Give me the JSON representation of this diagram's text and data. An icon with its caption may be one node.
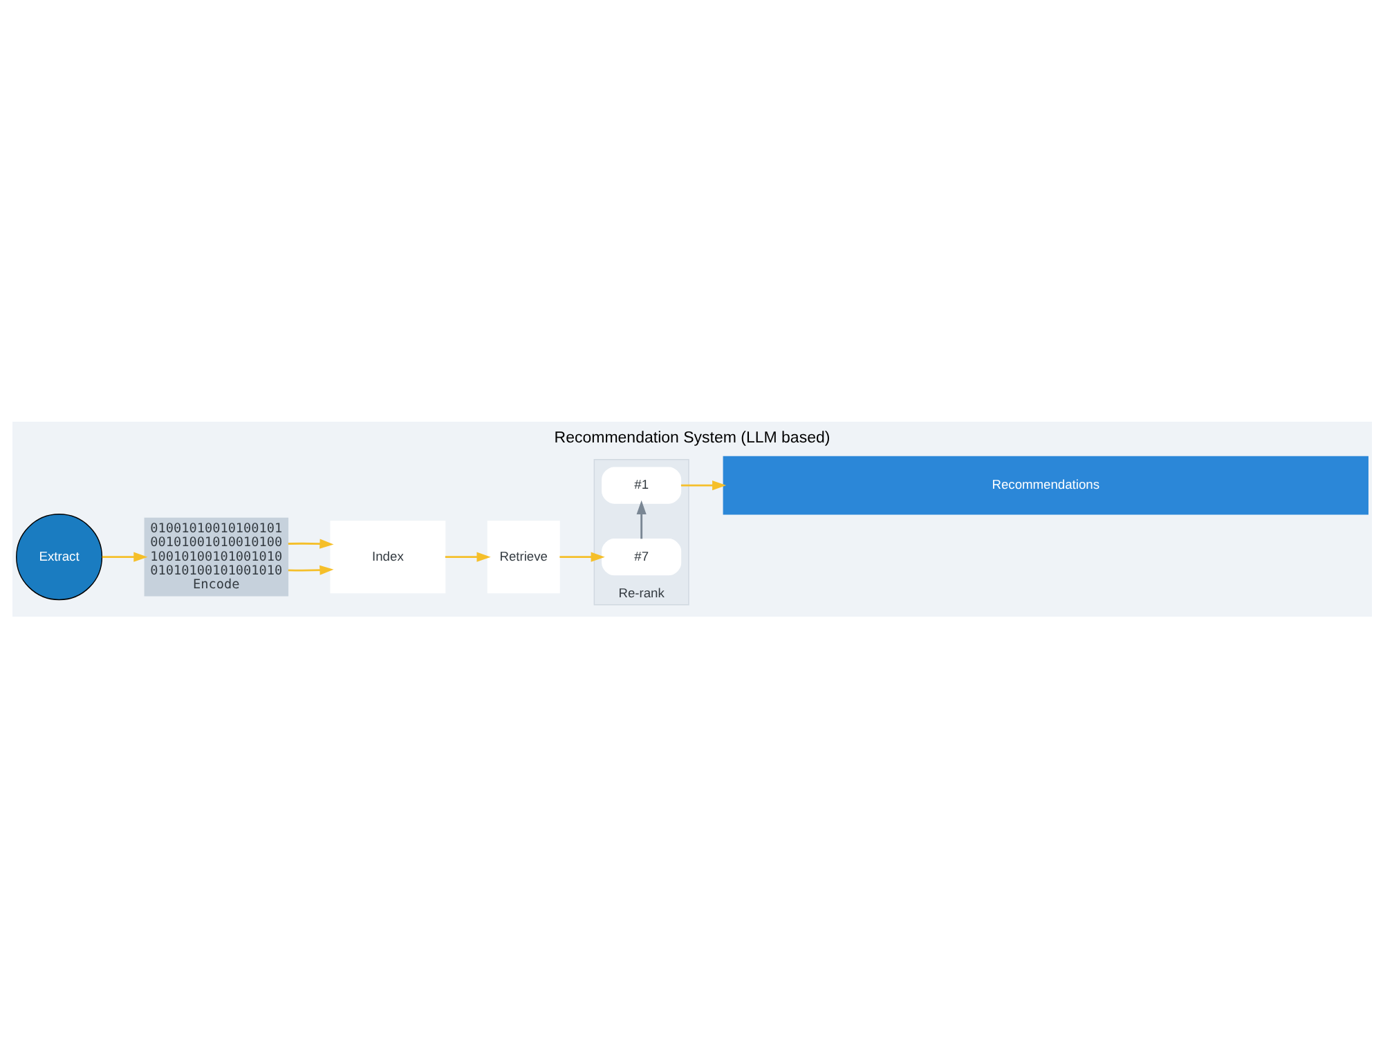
{
  "diagram": {
    "title": "Recommendation System (LLM based)",
    "nodes": [
      {
        "text": [
          "Extract"
        ]
      },
      {
        "text": [
          "01001010010100101 00101001010010100 10010100101001010 01010100101001010",
          "Encode"
        ]
      },
      {
        "text": [
          "Index"
        ]
      },
      {
        "text": [
          "Retrieve"
        ]
      },
      {
        "text": [
          "Re-rank"
        ]
      },
      {
        "text": [
          "#1"
        ],
        "in": 4
      },
      {
        "text": [
          "#7"
        ],
        "in": 4
      },
      {
        "text": [
          "Recommendations"
        ]
      }
    ],
    "edges": [
      {
        "from": 0,
        "to": 1,
        "arrow": "to"
      },
      {
        "from": 1,
        "to": 2,
        "arrow": "to"
      },
      {
        "from": 1,
        "to": 2,
        "arrow": "to"
      },
      {
        "from": 2,
        "to": 3,
        "arrow": "to"
      },
      {
        "from": 3,
        "to": 6,
        "arrow": "to"
      },
      {
        "from": 6,
        "to": 5,
        "arrow": "to",
        "color": "#7a8794"
      },
      {
        "from": 5,
        "to": 7,
        "arrow": "to"
      }
    ]
  }
}
